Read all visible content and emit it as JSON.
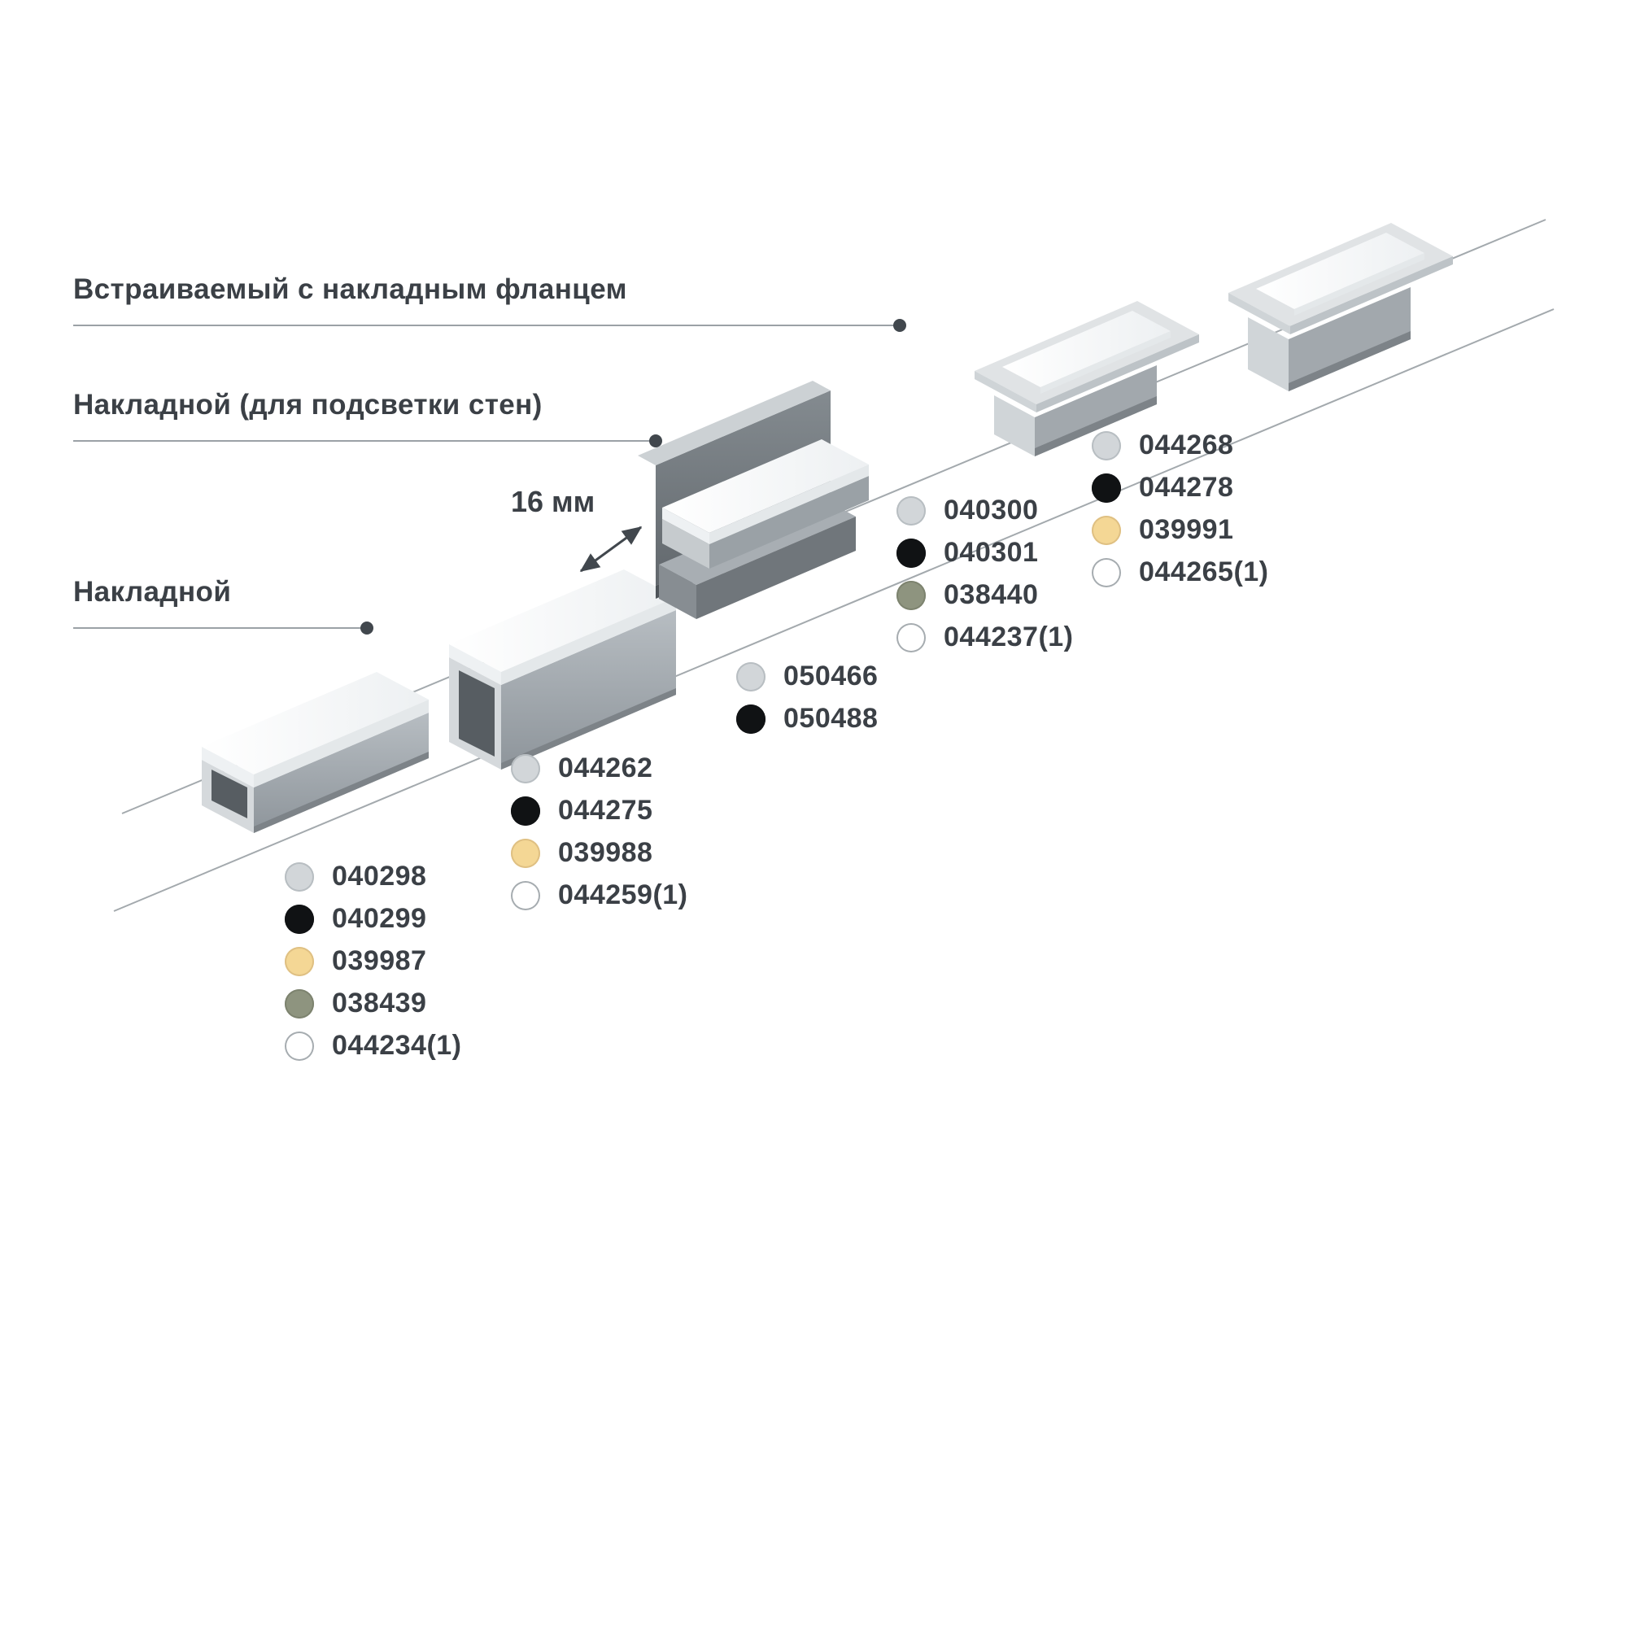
{
  "background": "#ffffff",
  "labels": {
    "recessed_flange": "Встраиваемый с накладным фланцем",
    "surface_wall": "Накладной (для подсветки стен)",
    "surface": "Накладной",
    "dimension": "16 мм"
  },
  "colors": {
    "silver": "#d2d6d9",
    "silver_border": "#b8bec2",
    "black": "#101214",
    "black_border": "#101214",
    "gold": "#f4d795",
    "gold_border": "#dfc083",
    "olive": "#8e947f",
    "olive_border": "#7d836f",
    "white": "#ffffff",
    "white_border": "#a6acb0"
  },
  "groups": [
    {
      "name": "surface-flat",
      "items": [
        {
          "swatch": "silver",
          "code": "040298"
        },
        {
          "swatch": "black",
          "code": "040299"
        },
        {
          "swatch": "gold",
          "code": "039987"
        },
        {
          "swatch": "olive",
          "code": "038439"
        },
        {
          "swatch": "white",
          "code": "044234(1)"
        }
      ]
    },
    {
      "name": "surface-tall",
      "items": [
        {
          "swatch": "silver",
          "code": "044262"
        },
        {
          "swatch": "black",
          "code": "044275"
        },
        {
          "swatch": "gold",
          "code": "039988"
        },
        {
          "swatch": "white",
          "code": "044259(1)"
        }
      ]
    },
    {
      "name": "wall",
      "items": [
        {
          "swatch": "silver",
          "code": "050466"
        },
        {
          "swatch": "black",
          "code": "050488"
        }
      ]
    },
    {
      "name": "recessed-flat",
      "items": [
        {
          "swatch": "silver",
          "code": "040300"
        },
        {
          "swatch": "black",
          "code": "040301"
        },
        {
          "swatch": "olive",
          "code": "038440"
        },
        {
          "swatch": "white",
          "code": "044237(1)"
        }
      ]
    },
    {
      "name": "recessed-tall",
      "items": [
        {
          "swatch": "silver",
          "code": "044268"
        },
        {
          "swatch": "black",
          "code": "044278"
        },
        {
          "swatch": "gold",
          "code": "039991"
        },
        {
          "swatch": "white",
          "code": "044265(1)"
        }
      ]
    }
  ]
}
